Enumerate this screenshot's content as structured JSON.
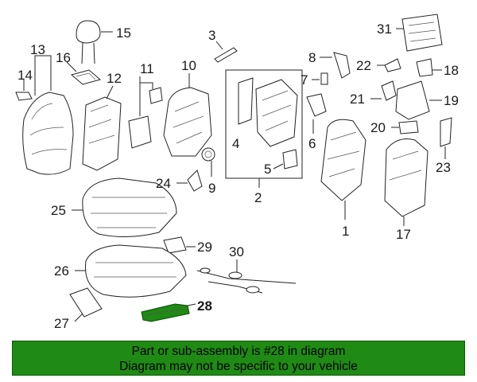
{
  "diagram": {
    "callouts": [
      {
        "id": "c1",
        "label": "1"
      },
      {
        "id": "c2",
        "label": "2"
      },
      {
        "id": "c3",
        "label": "3"
      },
      {
        "id": "c4",
        "label": "4"
      },
      {
        "id": "c5",
        "label": "5"
      },
      {
        "id": "c6",
        "label": "6"
      },
      {
        "id": "c7",
        "label": "7"
      },
      {
        "id": "c8",
        "label": "8"
      },
      {
        "id": "c9",
        "label": "9"
      },
      {
        "id": "c10",
        "label": "10"
      },
      {
        "id": "c11",
        "label": "11"
      },
      {
        "id": "c12",
        "label": "12"
      },
      {
        "id": "c13",
        "label": "13"
      },
      {
        "id": "c14",
        "label": "14"
      },
      {
        "id": "c15",
        "label": "15"
      },
      {
        "id": "c16",
        "label": "16"
      },
      {
        "id": "c17",
        "label": "17"
      },
      {
        "id": "c18",
        "label": "18"
      },
      {
        "id": "c19",
        "label": "19"
      },
      {
        "id": "c20",
        "label": "20"
      },
      {
        "id": "c21",
        "label": "21"
      },
      {
        "id": "c22",
        "label": "22"
      },
      {
        "id": "c23",
        "label": "23"
      },
      {
        "id": "c24",
        "label": "24"
      },
      {
        "id": "c25",
        "label": "25"
      },
      {
        "id": "c26",
        "label": "26"
      },
      {
        "id": "c27",
        "label": "27"
      },
      {
        "id": "c28",
        "label": "28"
      },
      {
        "id": "c29",
        "label": "29"
      },
      {
        "id": "c30",
        "label": "30"
      },
      {
        "id": "c31",
        "label": "31"
      }
    ],
    "highlight_part": "28",
    "highlight_color": "#1f8a14"
  },
  "banner": {
    "line1": "Part or sub-assembly is #28 in diagram",
    "line2": "Diagram may not be specific to your vehicle",
    "background": "#1f8a14"
  }
}
